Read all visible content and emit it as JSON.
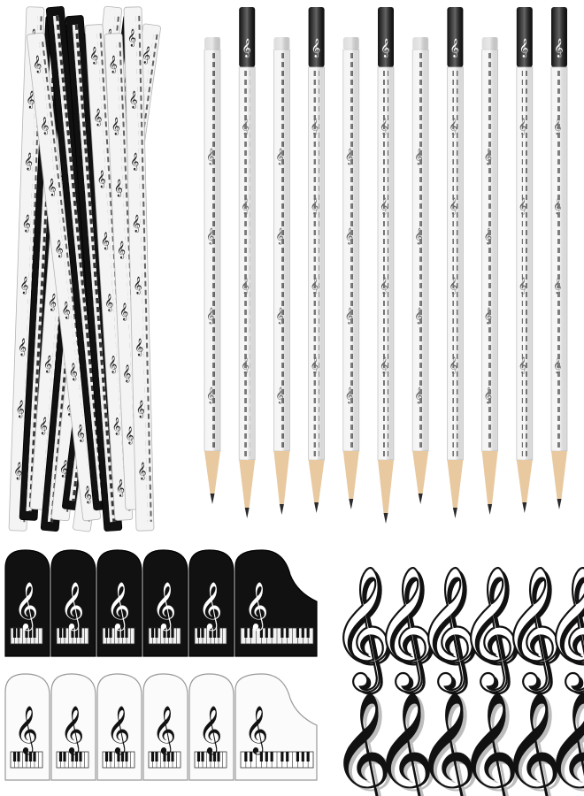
{
  "product": {
    "kind": "music-themed stationery set",
    "colors": {
      "black": "#111111",
      "white": "#f4f4f4",
      "wood": "#e8c9a0",
      "graphite": "#2a2a2a",
      "outline": "#999999"
    }
  },
  "loose_pencils": {
    "count": 11,
    "top_colors": [
      "#e9e9e9",
      "#141414",
      "#e9e9e9",
      "#141414",
      "#e9e9e9",
      "#141414",
      "#e9e9e9",
      "#141414",
      "#e9e9e9",
      "#141414",
      "#141414"
    ]
  },
  "bundled_pencils": {
    "count": 13
  },
  "piano_erasers": {
    "black_count": 6,
    "white_count": 6
  },
  "clef_erasers": {
    "black_count": 6,
    "white_count": 6
  },
  "glyphs": {
    "treble_clef": "𝄞"
  }
}
